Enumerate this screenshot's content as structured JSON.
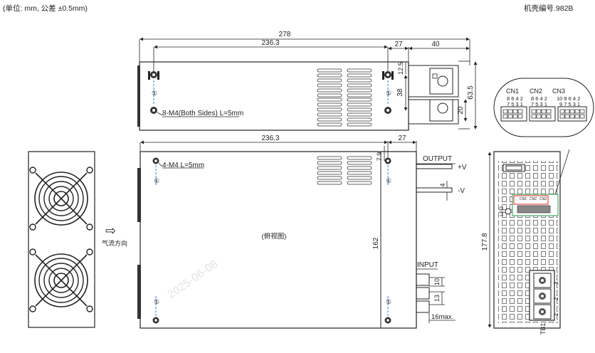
{
  "header": {
    "units_note": "(单位: mm, 公差 ±0.5mm)",
    "case_number": "机壳编号.982B"
  },
  "top_view": {
    "dim_total": "278",
    "dim_inner": "236.3",
    "dim_right": "27",
    "dim_bracket": "40",
    "dim_12_5": "12.5",
    "dim_38": "38",
    "dim_20": "20",
    "dim_63_5": "63.5",
    "screw_note": "8-M4(Both Sides) L=5mm"
  },
  "main_view": {
    "dim_inner": "236.3",
    "dim_right": "27",
    "dim_7_9": "7.9",
    "screw_note": "4-M4 L=5mm",
    "center_label": "(俯视图)",
    "dim_height": "162",
    "output_label": "OUTPUT",
    "plus_v": "+V",
    "minus_v": "-V",
    "dim_4": "4",
    "input_label": "INPUT",
    "dim_10": "10",
    "dim_13": "13",
    "dim_16max": "16max."
  },
  "left_view": {
    "airflow_label": "气流方向",
    "airflow_arrow": "⇨"
  },
  "right_view": {
    "cn1": "CN1",
    "cn2": "CN2",
    "cn3": "CN3",
    "cn1_top": "8 6 4 2",
    "cn1_bot": "7 5 3 1",
    "cn2_top": "8 6 4 2",
    "cn2_bot": "7 5 3 1",
    "cn3_top": "10 8 6 4 2",
    "cn3_bot": "9 7 5 3 1",
    "led_label": "LED",
    "dim_height": "177.8",
    "tb1_label": "TB1",
    "tb_pins": [
      "3",
      "2",
      "1"
    ],
    "tiny_cn1": "CN1",
    "tiny_cn2": "CN2",
    "tiny_cn3": "CN3"
  },
  "watermark": "2025-06-08"
}
